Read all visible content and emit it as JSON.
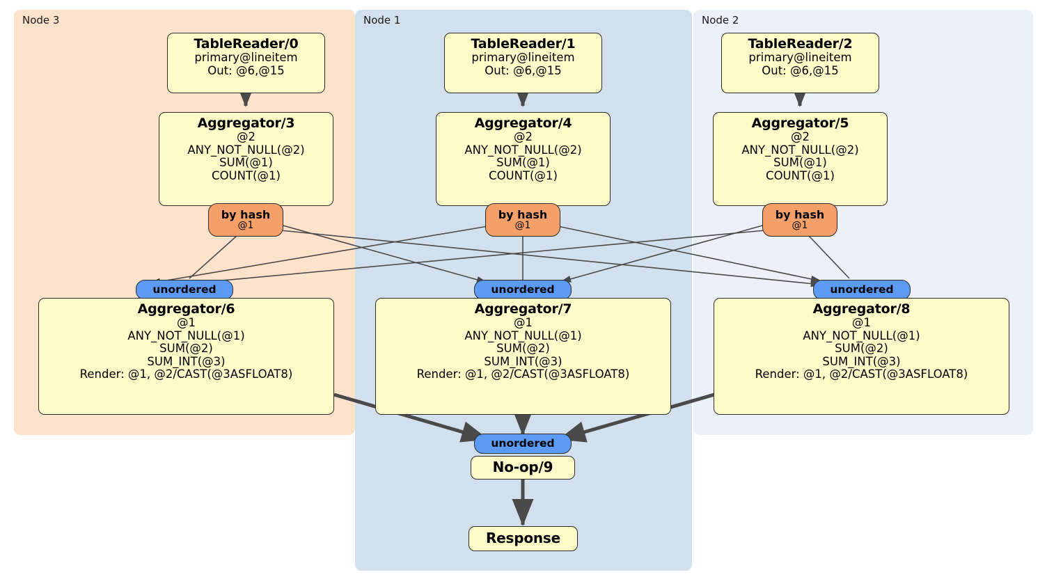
{
  "diagram": {
    "type": "distsql-physical-plan",
    "colors": {
      "panel_node3": "#fde3cc",
      "panel_node1": "#d2e0ee",
      "panel_node2": "#ebf0f9",
      "processor_fill": "#fdfbc8",
      "processor_stroke": "#2b2b2b",
      "hash_router_fill": "#f6a069",
      "unordered_synchronizer_fill": "#5b9bf5",
      "edge_stroke": "#4a4a4a",
      "page_background": "#ffffff"
    }
  },
  "panels": [
    {
      "id": "node3",
      "label": "Node 3"
    },
    {
      "id": "node1",
      "label": "Node 1"
    },
    {
      "id": "node2",
      "label": "Node 2"
    }
  ],
  "processors": {
    "tablereader0": {
      "title": "TableReader/0",
      "lines": [
        "primary@lineitem",
        "Out: @6,@15"
      ]
    },
    "tablereader1": {
      "title": "TableReader/1",
      "lines": [
        "primary@lineitem",
        "Out: @6,@15"
      ]
    },
    "tablereader2": {
      "title": "TableReader/2",
      "lines": [
        "primary@lineitem",
        "Out: @6,@15"
      ]
    },
    "aggregator3": {
      "title": "Aggregator/3",
      "lines": [
        "@2",
        "ANY_NOT_NULL(@2)",
        "SUM(@1)",
        "COUNT(@1)"
      ]
    },
    "aggregator4": {
      "title": "Aggregator/4",
      "lines": [
        "@2",
        "ANY_NOT_NULL(@2)",
        "SUM(@1)",
        "COUNT(@1)"
      ]
    },
    "aggregator5": {
      "title": "Aggregator/5",
      "lines": [
        "@2",
        "ANY_NOT_NULL(@2)",
        "SUM(@1)",
        "COUNT(@1)"
      ]
    },
    "aggregator6": {
      "title": "Aggregator/6",
      "lines": [
        "@1",
        "ANY_NOT_NULL(@1)",
        "SUM(@2)",
        "SUM_INT(@3)",
        "Render: @1, @2/CAST(@3ASFLOAT8)"
      ]
    },
    "aggregator7": {
      "title": "Aggregator/7",
      "lines": [
        "@1",
        "ANY_NOT_NULL(@1)",
        "SUM(@2)",
        "SUM_INT(@3)",
        "Render: @1, @2/CAST(@3ASFLOAT8)"
      ]
    },
    "aggregator8": {
      "title": "Aggregator/8",
      "lines": [
        "@1",
        "ANY_NOT_NULL(@1)",
        "SUM(@2)",
        "SUM_INT(@3)",
        "Render: @1, @2/CAST(@3ASFLOAT8)"
      ]
    },
    "noop9": {
      "title": "No-op/9",
      "lines": []
    },
    "response": {
      "title": "Response",
      "lines": []
    }
  },
  "routers": {
    "byhash_left": {
      "label": "by hash",
      "sublabel": "@1"
    },
    "byhash_center": {
      "label": "by hash",
      "sublabel": "@1"
    },
    "byhash_right": {
      "label": "by hash",
      "sublabel": "@1"
    }
  },
  "synchronizers": {
    "unordered_left": {
      "label": "unordered"
    },
    "unordered_center": {
      "label": "unordered"
    },
    "unordered_right": {
      "label": "unordered"
    },
    "unordered_final": {
      "label": "unordered"
    }
  }
}
